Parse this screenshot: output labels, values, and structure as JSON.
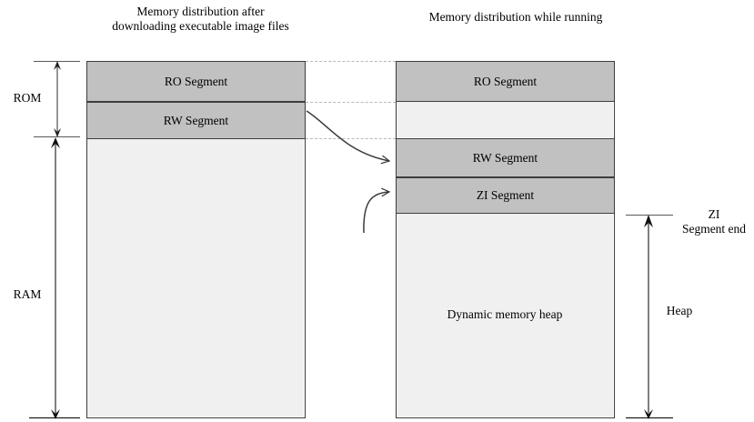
{
  "diagram": {
    "titles": {
      "left": "Memory distribution after downloading executable image files",
      "right": "Memory distribution while running"
    },
    "left_block": {
      "segments": [
        {
          "label": "RO Segment",
          "fill": "#c1c1c1"
        },
        {
          "label": "RW Segment",
          "fill": "#c1c1c1"
        },
        {
          "label": "",
          "fill": "#f0f0f0"
        }
      ]
    },
    "right_block": {
      "segments": [
        {
          "label": "RO Segment",
          "fill": "#c1c1c1"
        },
        {
          "label": "",
          "fill": "#f0f0f0"
        },
        {
          "label": "RW Segment",
          "fill": "#c1c1c1"
        },
        {
          "label": "ZI Segment",
          "fill": "#c1c1c1"
        },
        {
          "label": "Dynamic memory heap",
          "fill": "#f0f0f0"
        }
      ]
    },
    "left_axis": {
      "rom_label": "ROM",
      "ram_label": "RAM"
    },
    "right_axis": {
      "zi_end_label_line1": "ZI",
      "zi_end_label_line2": "Segment end",
      "heap_label": "Heap"
    },
    "colors": {
      "segment_fill": "#c1c1c1",
      "empty_fill": "#f0f0f0",
      "border": "#3d3d3d",
      "dotted_connector": "#b9b9b9",
      "arrow": "#333333",
      "text": "#000000"
    }
  }
}
